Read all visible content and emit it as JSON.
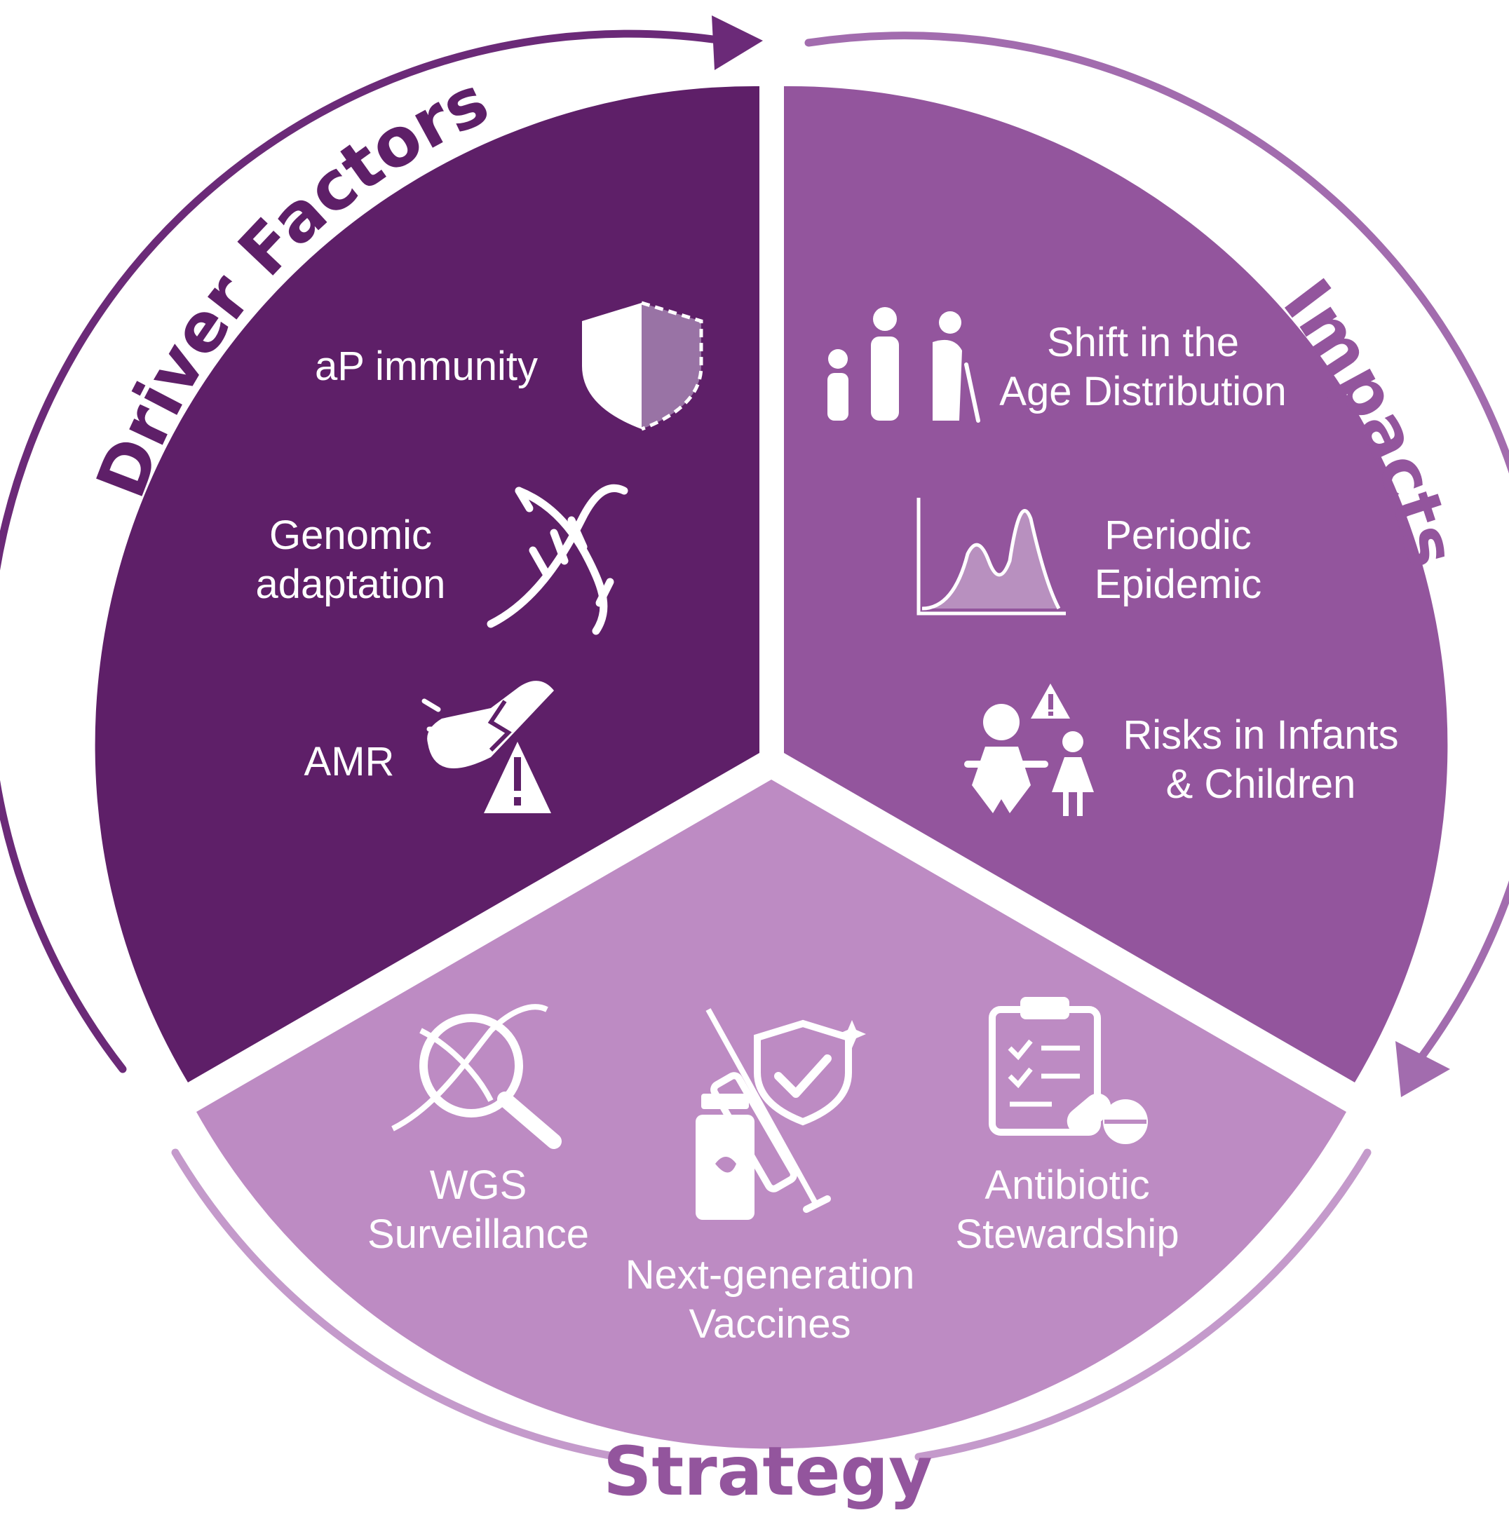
{
  "colors": {
    "drivers_fill": "#5e1f68",
    "impacts_fill": "#93559d",
    "strategy_fill": "#bd8bc3",
    "drivers_ring": "#6b2a78",
    "impacts_ring": "#a26cae",
    "strategy_ring": "#c49acb",
    "text_on_segment": "#ffffff"
  },
  "titles": {
    "drivers": "Driver Factors",
    "impacts": "Impacts",
    "strategy": "Strategy"
  },
  "drivers": {
    "item1": "aP immunity",
    "item1_icon": "shield-icon",
    "item2_line1": "Genomic",
    "item2_line2": "adaptation",
    "item2_icon": "dna-icon",
    "item3": "AMR",
    "item3_icon": "broken-pill-warning-icon"
  },
  "impacts": {
    "item1_line1": "Shift in the",
    "item1_line2": "Age Distribution",
    "item1_icon": "age-group-icon",
    "item2_line1": "Periodic",
    "item2_line2": "Epidemic",
    "item2_icon": "epidemic-curve-icon",
    "item3_line1": "Risks in Infants",
    "item3_line2": "& Children",
    "item3_icon": "infant-child-warning-icon"
  },
  "strategy": {
    "item1_line1": "WGS",
    "item1_line2": "Surveillance",
    "item1_icon": "dna-magnifier-icon",
    "item2_line1": "Next-generation",
    "item2_line2": "Vaccines",
    "item2_icon": "vaccine-shield-icon",
    "item3_line1": "Antibiotic",
    "item3_line2": "Stewardship",
    "item3_icon": "clipboard-pills-icon"
  }
}
